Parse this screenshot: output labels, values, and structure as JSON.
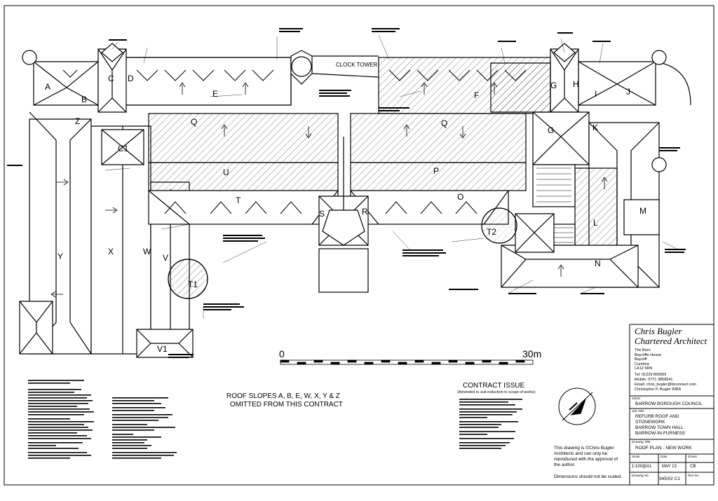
{
  "drawing": {
    "clock_tower": "CLOCK TOWER",
    "slope_labels": [
      "A",
      "B",
      "C",
      "D",
      "E",
      "F",
      "G",
      "H",
      "I",
      "J",
      "K",
      "L",
      "M",
      "N",
      "O",
      "P",
      "Q",
      "Q",
      "R",
      "S",
      "T",
      "U",
      "V",
      "W",
      "X",
      "Y",
      "Z",
      "C1",
      "G",
      "T2",
      "T1",
      "V1"
    ],
    "scale_bar": {
      "start": "0",
      "end": "30m"
    },
    "omitted_note_line1": "ROOF SLOPES  A, B, E, W, X, Y & Z",
    "omitted_note_line2": "OMITTED FROM THIS CONTRACT",
    "contract_issue": {
      "heading": "CONTRACT ISSUE",
      "subheading": "(Amended to suit reduction in scope of works)"
    },
    "copyright": {
      "line1": "This drawing is ©Chris Bugler",
      "line2": "Architects and can only be",
      "line3": "reproduced with the approval of",
      "line4": "the author.",
      "dimensions": "Dimensions should not be scaled."
    }
  },
  "title_block": {
    "firm_line1": "Chris Bugler",
    "firm_line2": "Chartered Architect",
    "address": [
      "The Barn",
      "Baycliffe House",
      "Baycliff",
      "Cumbria",
      "LA12 9RN"
    ],
    "tel": "Tel:   01229 869999",
    "mobile": "Mobile: 0771 3858041",
    "email": "Email:  chris_bugler@btconnect.com",
    "principal": "Christopher P. Bugler RIBA",
    "client_label": "Client:",
    "client": "BARROW BOROUGH COUNCIL",
    "job_title_label": "Job Title:",
    "job_title": [
      "REFURB ROOF AND",
      "STONEWORK",
      "BARROW TOWN HALL",
      "BARROW-IN-FURNESS"
    ],
    "drawing_title_label": "Drawing Title:",
    "drawing_title": "ROOF PLAN - NEW WORK",
    "scale_label": "Scale",
    "scale": "1:100@A1",
    "date_label": "Date",
    "date": "MAY 13",
    "drawn_label": "Drawn",
    "drawn": "CB",
    "drawing_no_label": "Drawing No:",
    "drawing_no": "345/02 C1",
    "rev_label": "Rev No:",
    "rev": ""
  }
}
